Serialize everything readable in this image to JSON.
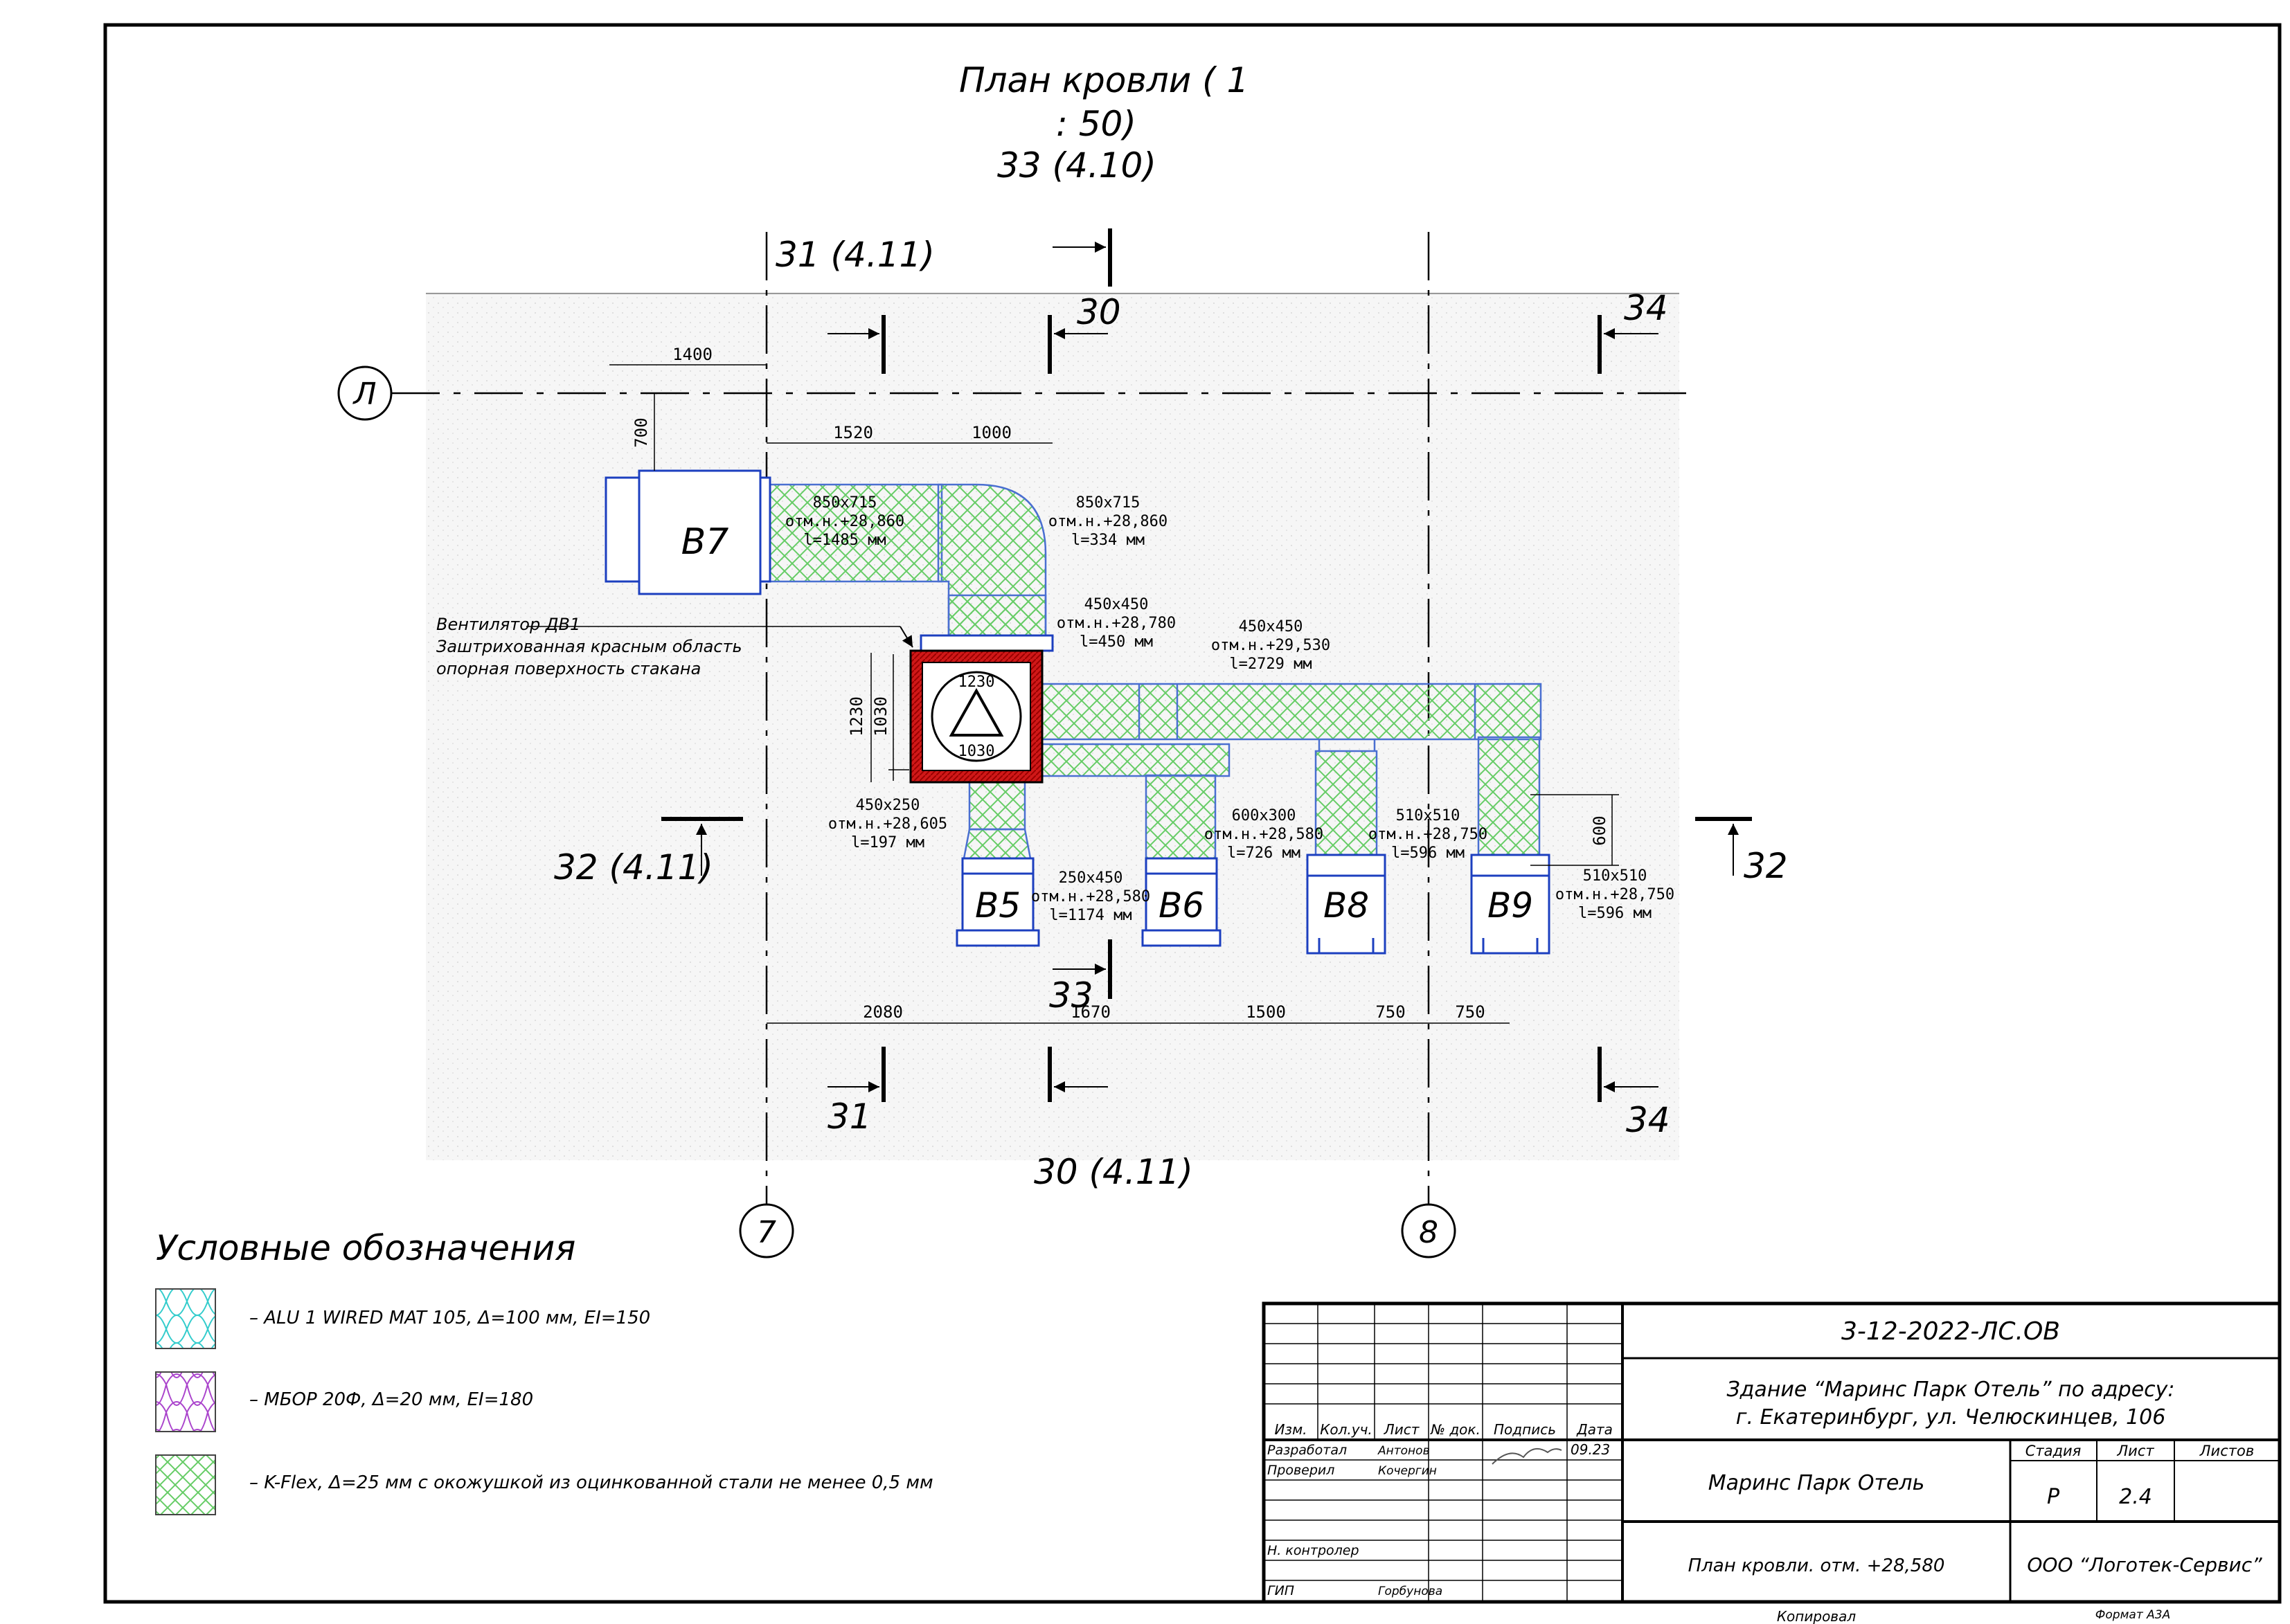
{
  "title": {
    "line1": "План кровли ( 1",
    "line2": ": 50)"
  },
  "sections": {
    "s33top": "33 (4.10)",
    "s31_411": "31 (4.11)",
    "s30": "30",
    "s34top": "34",
    "s32_411": "32 (4.11)",
    "s32right": "32",
    "s33mid": "33",
    "s31bottom": "31",
    "s34bottom": "34",
    "s30_411": "30 (4.11)"
  },
  "axes": {
    "row_L": "Л",
    "col_7": "7",
    "col_8": "8"
  },
  "dims": {
    "d1400": "1400",
    "d700": "700",
    "d1520": "1520",
    "d1000": "1000",
    "d1230v": "1230",
    "d1030v": "1030",
    "d1230h": "1230",
    "d1030h": "1030",
    "d600": "600",
    "b2080": "2080",
    "b1670": "1670",
    "b1500": "1500",
    "b750a": "750",
    "b750b": "750"
  },
  "units": {
    "B7": "В7",
    "B5": "В5",
    "B6": "В6",
    "B8": "В8",
    "B9": "В9"
  },
  "duct_labels": {
    "d1": [
      "850х715",
      "отм.н.+28,860",
      "l=1485 мм"
    ],
    "d2": [
      "850х715",
      "отм.н.+28,860",
      "l=334 мм"
    ],
    "d3": [
      "450х450",
      "отм.н.+28,780",
      "l=450 мм"
    ],
    "d4": [
      "450х450",
      "отм.н.+29,530",
      "l=2729 мм"
    ],
    "d5": [
      "450х250",
      "отм.н.+28,605",
      "l=197 мм"
    ],
    "d6": [
      "250х450",
      "отм.н.+28,580",
      "l=1174 мм"
    ],
    "d7": [
      "600х300",
      "отм.н.+28,580",
      "l=726 мм"
    ],
    "d8": [
      "510х510",
      "отм.н.+28,750",
      "l=596 мм"
    ],
    "d9": [
      "510х510",
      "отм.н.+28,750",
      "l=596 мм"
    ]
  },
  "fan_note": [
    "Вентилятор ДВ1",
    "Заштрихованная красным область",
    "опорная поверхность стакана"
  ],
  "legend": {
    "heading": "Условные обозначения",
    "items": [
      "– ALU 1 WIRED MAT 105, Δ=100 мм, EI=150",
      "– МБОР 20Ф, Δ=20 мм, EI=180",
      "– K-Flex, Δ=25 мм с окожушкой из оцинкованной стали не менее 0,5 мм"
    ]
  },
  "stamp": {
    "code": "3-12-2022-ЛС.ОВ",
    "building_l1": "Здание “Маринс Парк Отель” по адресу:",
    "building_l2": "г. Екатеринбург, ул. Челюскинцев, 106",
    "header": [
      "Изм.",
      "Кол.уч.",
      "Лист",
      "№ док.",
      "Подпись",
      "Дата"
    ],
    "roles": [
      "Разработал",
      "Проверил",
      "Н. контролер",
      "ГИП"
    ],
    "names": [
      "Антонов",
      "Кочергин",
      "Горбунова"
    ],
    "date": "09.23",
    "project": "Маринс Парк Отель",
    "col_labels": [
      "Стадия",
      "Лист",
      "Листов"
    ],
    "stage": "Р",
    "sheet": "2.4",
    "drawing": "План кровли. отм. +28,580",
    "company": "ООО “Логотек-Сервис”",
    "copied": "Копировал",
    "format": "Формат А3А"
  }
}
